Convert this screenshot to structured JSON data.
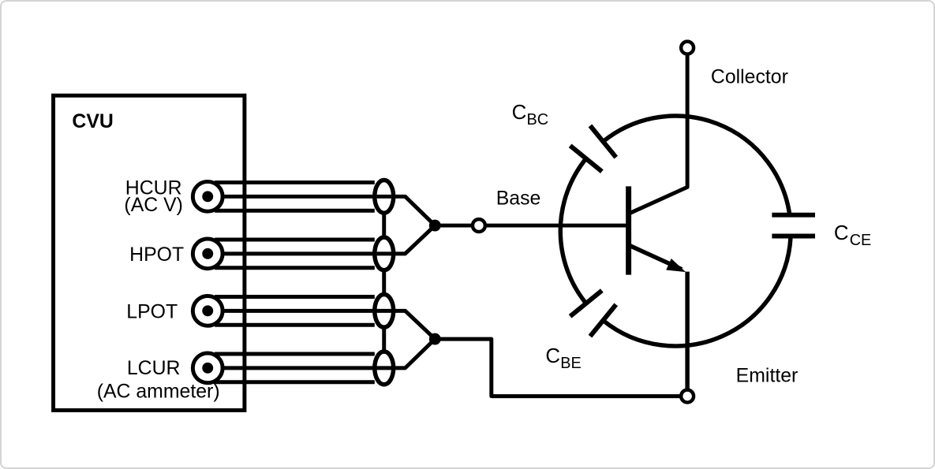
{
  "figure": {
    "type": "circuit-diagram",
    "instrument": {
      "title": "CVU",
      "terminals": [
        {
          "label": "HCUR",
          "sublabel": "(AC V)"
        },
        {
          "label": "HPOT"
        },
        {
          "label": "LPOT"
        },
        {
          "label": "LCUR",
          "sublabel": "(AC ammeter)"
        }
      ]
    },
    "device": {
      "terminal_labels": {
        "collector": "Collector",
        "base": "Base",
        "emitter": "Emitter"
      },
      "capacitances": {
        "cbc": {
          "symbol": "C",
          "subscript": "BC"
        },
        "cbe": {
          "symbol": "C",
          "subscript": "BE"
        },
        "cce": {
          "symbol": "C",
          "subscript": "CE"
        }
      }
    },
    "colors": {
      "line": "#000000",
      "background": "#ffffff",
      "frame_border": "#d4d4d4"
    }
  }
}
